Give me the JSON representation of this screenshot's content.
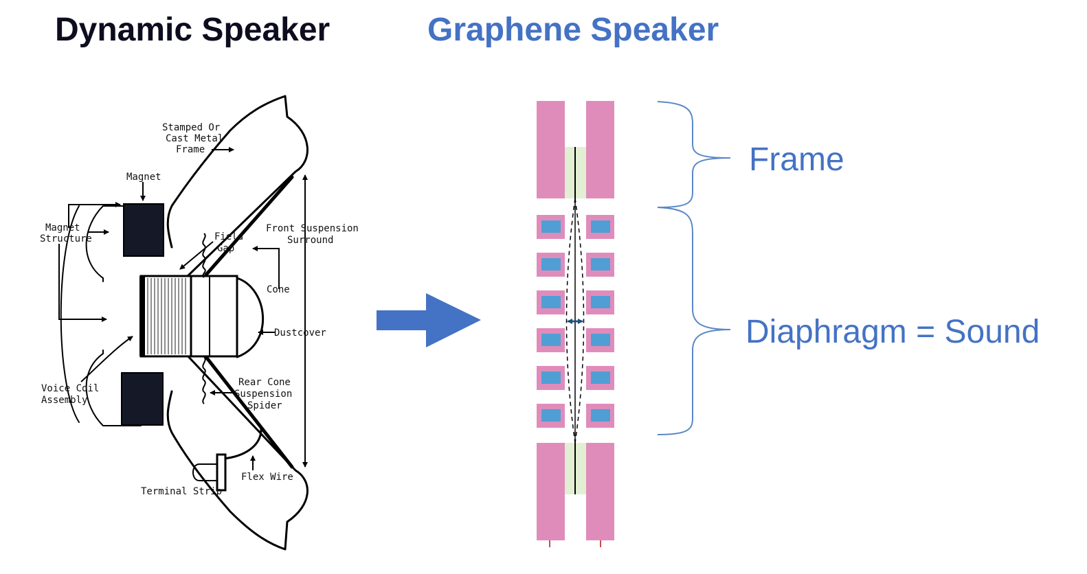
{
  "titles": {
    "left": "Dynamic Speaker",
    "right": "Graphene Speaker"
  },
  "dynamic_labels": {
    "frame_l1": "Stamped Or",
    "frame_l2": "Cast Metal",
    "frame_l3": "Frame",
    "magnet": "Magnet",
    "magnet_structure_l1": "Magnet",
    "magnet_structure_l2": "Structure",
    "field_gap_l1": "Field",
    "field_gap_l2": "Gap",
    "front_suspension_l1": "Front Suspension",
    "front_suspension_l2": "Surround",
    "cone": "Cone",
    "dustcover": "Dustcover",
    "voice_coil_l1": "Voice Coil",
    "voice_coil_l2": "Assembly",
    "rear_suspension_l1": "Rear Cone",
    "rear_suspension_l2": "Suspension",
    "rear_suspension_l3": "Spider",
    "flex_wire": "Flex Wire",
    "terminal_strip": "Terminal Strip"
  },
  "graphene_labels": {
    "frame": "Frame",
    "diaphragm": "Diaphragm = Sound"
  },
  "colors": {
    "title_dark": "#0d0d1f",
    "accent_blue": "#4472c4",
    "frame_pink": "#e08cbb",
    "electrode_blue": "#4f9fd4",
    "membrane_green": "#e3efd3",
    "brace_blue": "#5b87c8"
  }
}
